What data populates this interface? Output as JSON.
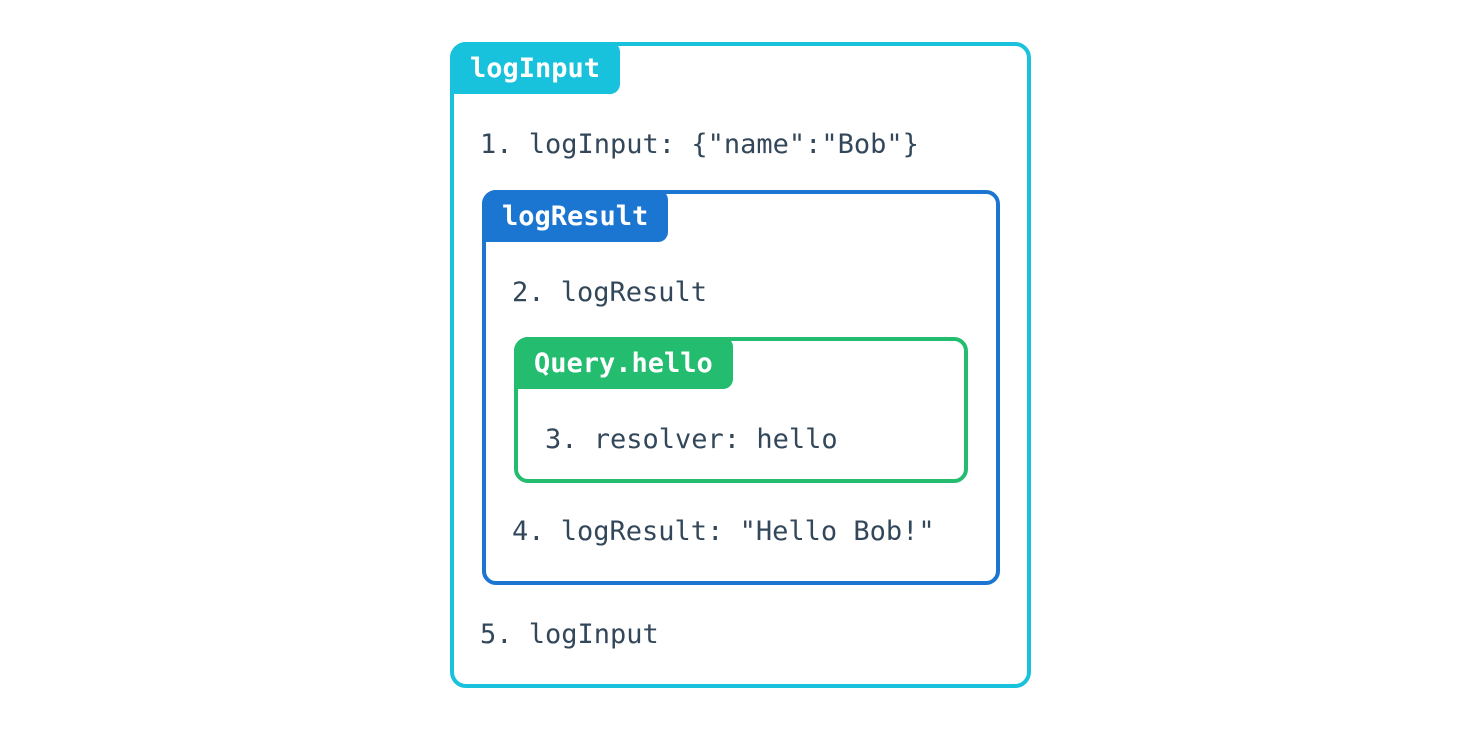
{
  "diagram": {
    "description": "Nested middleware execution order diagram",
    "colors": {
      "outer_accent": "#18C2DC",
      "middle_accent": "#1B76D2",
      "inner_accent": "#24BC6F",
      "step_text": "#33475A",
      "tab_text": "#ffffff",
      "background": "#ffffff"
    },
    "outer_box": {
      "label": "logInput",
      "step_before": "1. logInput: {\"name\":\"Bob\"}",
      "step_after": "5. logInput",
      "middle_box": {
        "label": "logResult",
        "step_before": "2. logResult",
        "step_after": "4. logResult: \"Hello Bob!\"",
        "inner_box": {
          "label": "Query.hello",
          "step": "3. resolver: hello"
        }
      }
    }
  }
}
